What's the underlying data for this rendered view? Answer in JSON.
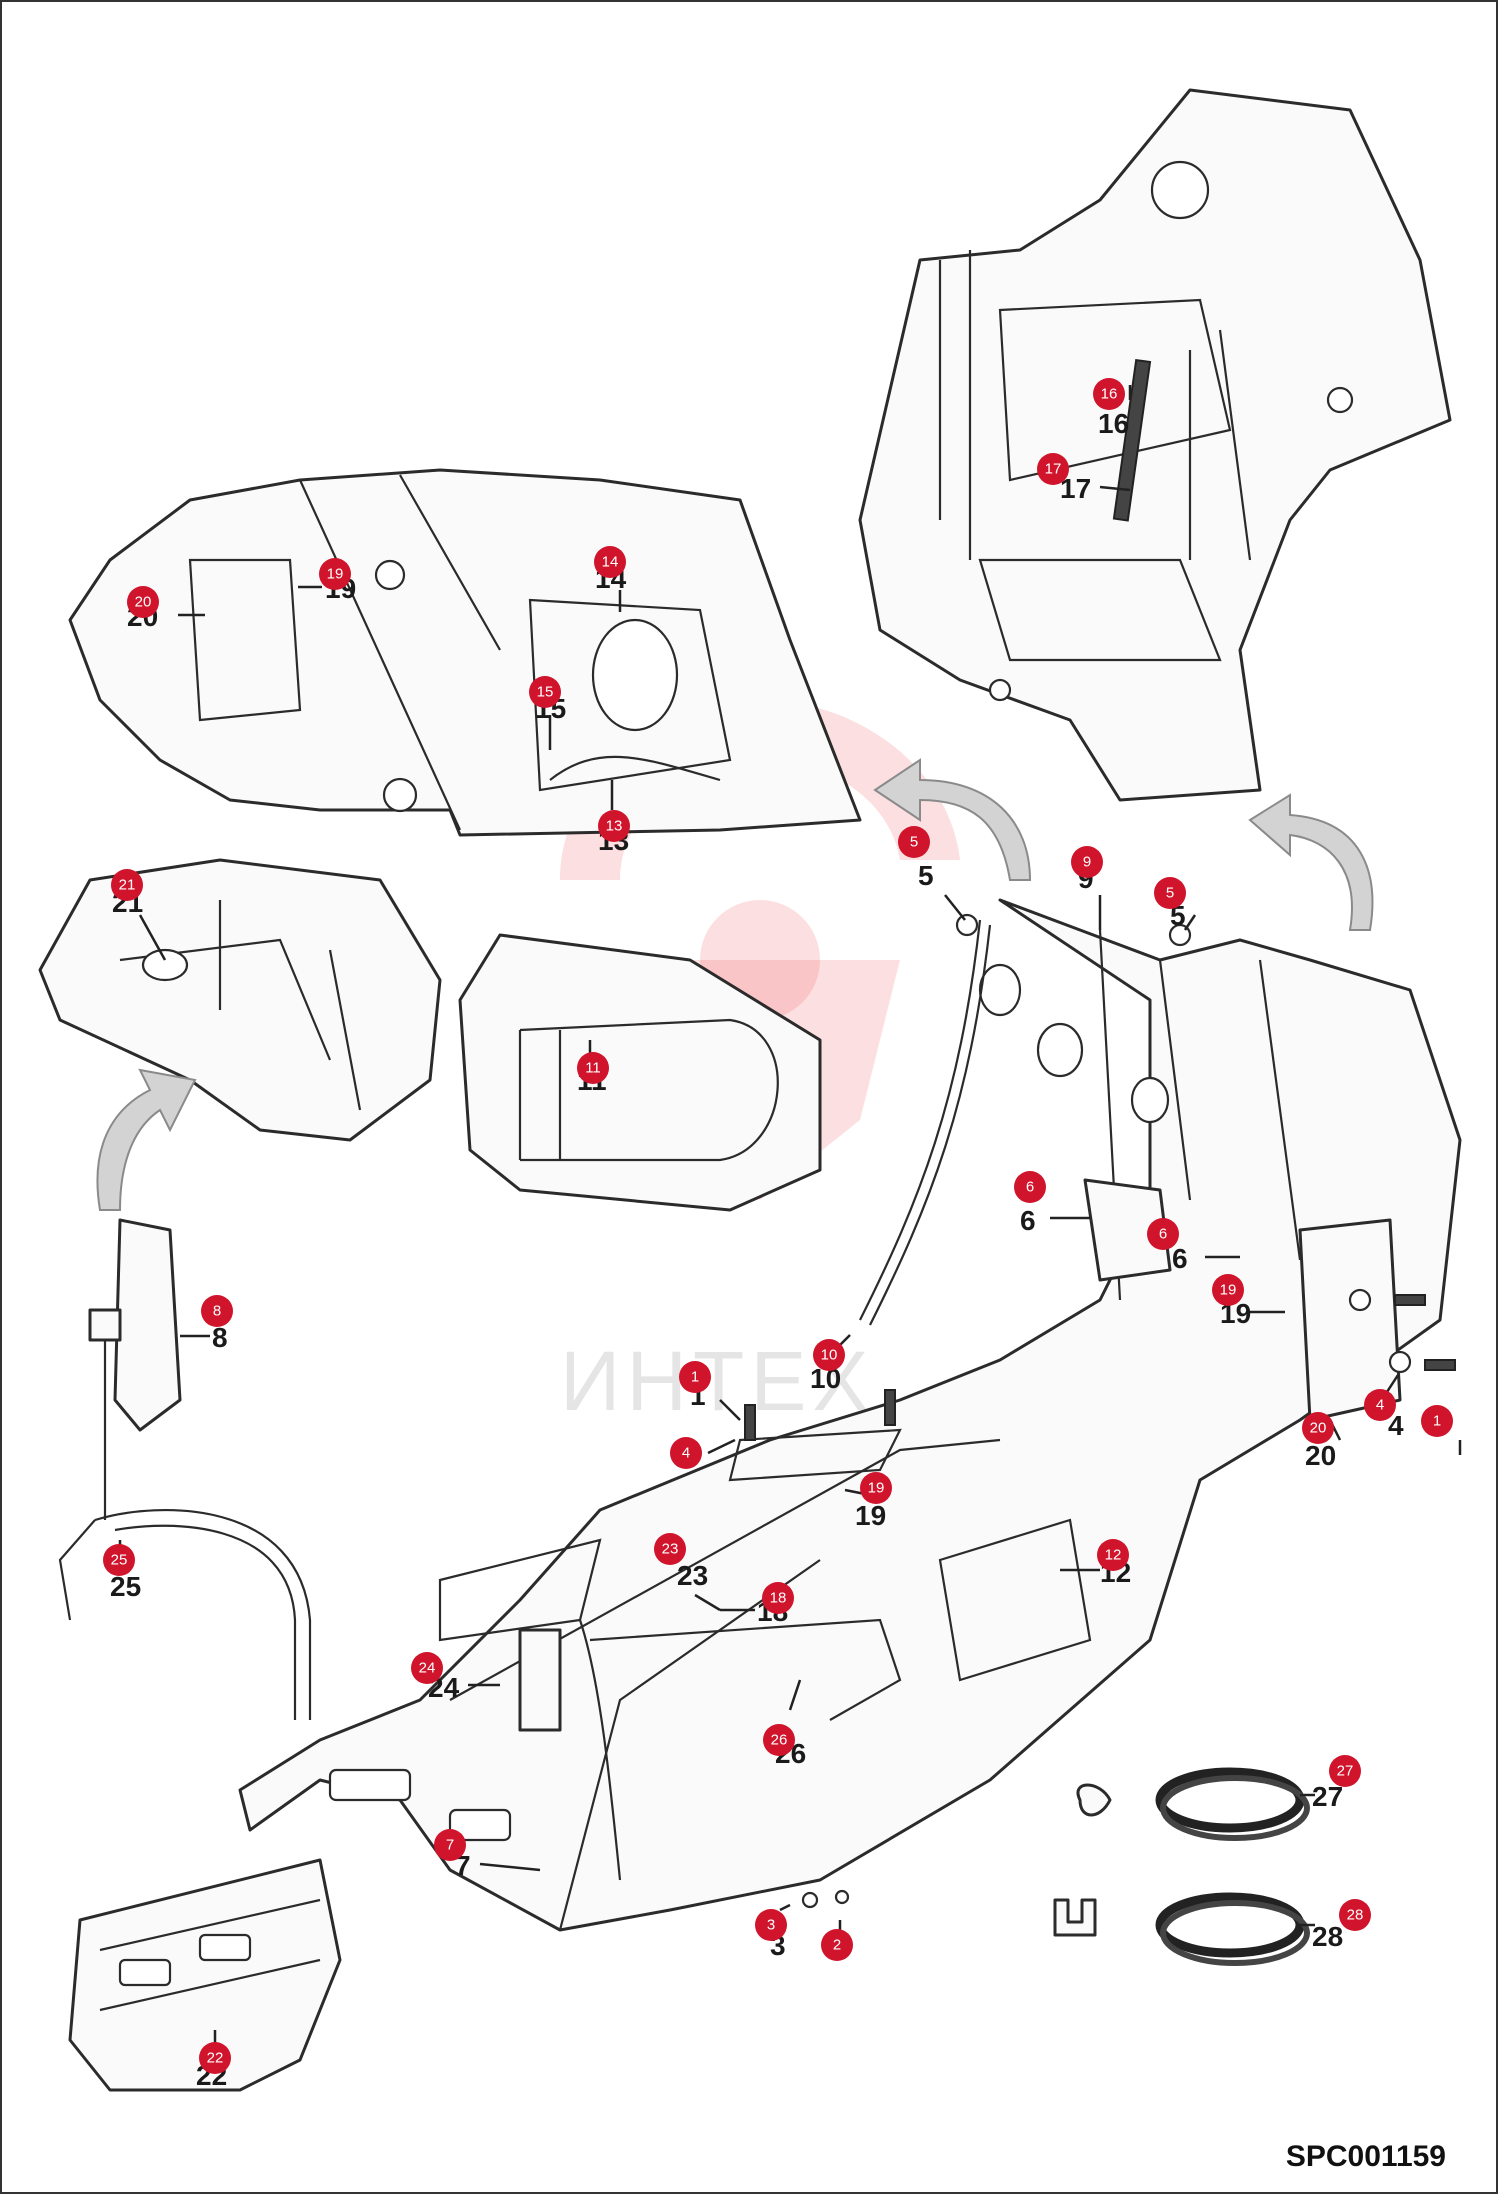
{
  "drawing_id": "SPC001159",
  "watermark": "ИНТЕХ",
  "callouts": [
    {
      "id": "c1a",
      "badge": "1",
      "label": "1"
    },
    {
      "id": "c1b",
      "badge": "1",
      "label": ""
    },
    {
      "id": "c2",
      "badge": "2",
      "label": ""
    },
    {
      "id": "c3",
      "badge": "3",
      "label": "3"
    },
    {
      "id": "c4a",
      "badge": "4",
      "label": ""
    },
    {
      "id": "c4b",
      "badge": "4",
      "label": "4"
    },
    {
      "id": "c5a",
      "badge": "5",
      "label": "5"
    },
    {
      "id": "c5b",
      "badge": "5",
      "label": "5"
    },
    {
      "id": "c6a",
      "badge": "6",
      "label": "6"
    },
    {
      "id": "c6b",
      "badge": "6",
      "label": "6"
    },
    {
      "id": "c7",
      "badge": "7",
      "label": "7"
    },
    {
      "id": "c8",
      "badge": "8",
      "label": "8"
    },
    {
      "id": "c9",
      "badge": "9",
      "label": "9"
    },
    {
      "id": "c10",
      "badge": "10",
      "label": "10"
    },
    {
      "id": "c11",
      "badge": "11",
      "label": "11"
    },
    {
      "id": "c12",
      "badge": "12",
      "label": "12"
    },
    {
      "id": "c13",
      "badge": "13",
      "label": "13"
    },
    {
      "id": "c14",
      "badge": "14",
      "label": "14"
    },
    {
      "id": "c15",
      "badge": "15",
      "label": "15"
    },
    {
      "id": "c16",
      "badge": "16",
      "label": "16"
    },
    {
      "id": "c17",
      "badge": "17",
      "label": "17"
    },
    {
      "id": "c18",
      "badge": "18",
      "label": "18"
    },
    {
      "id": "c19a",
      "badge": "19",
      "label": "19"
    },
    {
      "id": "c19b",
      "badge": "19",
      "label": "19"
    },
    {
      "id": "c19c",
      "badge": "19",
      "label": "19"
    },
    {
      "id": "c20a",
      "badge": "20",
      "label": "20"
    },
    {
      "id": "c20b",
      "badge": "20",
      "label": "20"
    },
    {
      "id": "c21",
      "badge": "21",
      "label": "21"
    },
    {
      "id": "c22",
      "badge": "22",
      "label": "22"
    },
    {
      "id": "c23",
      "badge": "23",
      "label": "23"
    },
    {
      "id": "c24",
      "badge": "24",
      "label": "24"
    },
    {
      "id": "c25",
      "badge": "25",
      "label": "25"
    },
    {
      "id": "c26",
      "badge": "26",
      "label": "26"
    },
    {
      "id": "c27",
      "badge": "27",
      "label": "27"
    },
    {
      "id": "c28",
      "badge": "28",
      "label": "28"
    }
  ]
}
